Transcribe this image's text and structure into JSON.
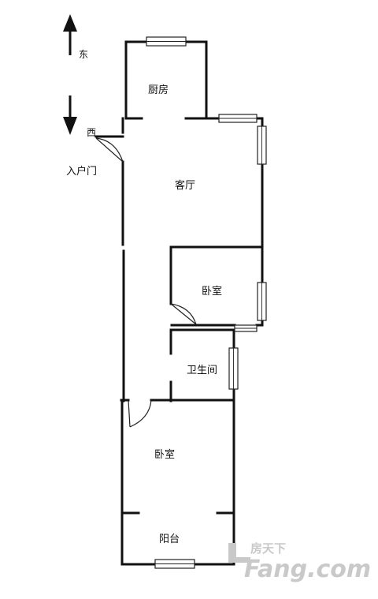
{
  "compass": {
    "up_label": "东",
    "down_label": "西"
  },
  "entrance": {
    "label": "入户门"
  },
  "rooms": {
    "kitchen": "厨房",
    "living_room": "客厅",
    "bedroom_upper": "卧室",
    "bathroom": "卫生间",
    "bedroom_lower": "卧室",
    "balcony": "阳台"
  },
  "watermark": {
    "brand_cn": "房天下",
    "brand_en": "Fang.com"
  }
}
